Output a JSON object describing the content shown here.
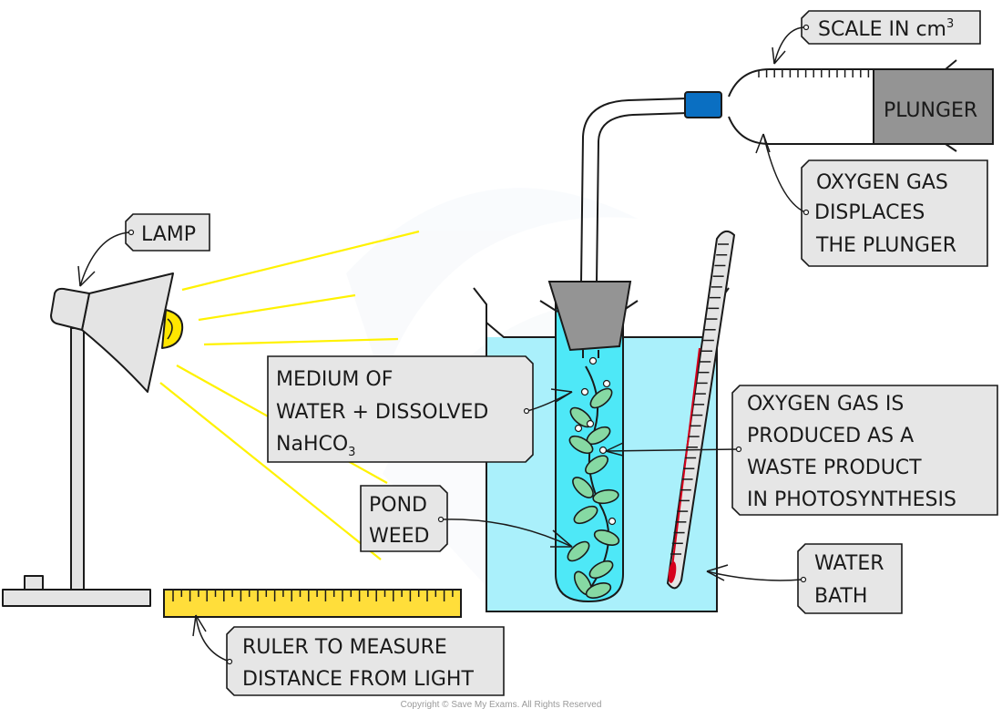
{
  "title": "Photosynthesis rate experiment apparatus (pond weed, lamp and gas syringe)",
  "colors": {
    "lamp_shade": "#e4e4e4",
    "bulb": "#ffe600",
    "light_rays": "#fff200",
    "water_bath": "#aaf0fb",
    "test_tube_water": "#4ee8f7",
    "bung": "#949494",
    "connector": "#0a6fc2",
    "plunger": "#949494",
    "leaf": "#86d9a3",
    "thermometer_liquid": "#d6001c",
    "ruler": "#ffde3a",
    "label_fill": "#e6e6e6"
  },
  "labels": {
    "scale": {
      "text": "SCALE IN cm",
      "superscript": "3"
    },
    "plunger": "PLUNGER",
    "oxygen_displaces": [
      "OXYGEN  GAS",
      "DISPLACES",
      "THE  PLUNGER"
    ],
    "lamp": "LAMP",
    "medium": {
      "line1": "MEDIUM  OF",
      "line2": "WATER + DISSOLVED",
      "line3": "NaHCO",
      "line3_subscript": "3"
    },
    "pond_weed": [
      "POND",
      "WEED"
    ],
    "oxygen_produced": [
      "OXYGEN  GAS IS",
      "PRODUCED  AS  A",
      "WASTE  PRODUCT",
      "IN  PHOTOSYNTHESIS"
    ],
    "water_bath": [
      "WATER",
      "BATH"
    ],
    "ruler": [
      "RULER  TO  MEASURE",
      "DISTANCE  FROM  LIGHT"
    ]
  },
  "footer": {
    "copyright": "Copyright © Save My Exams. All Rights Reserved"
  }
}
